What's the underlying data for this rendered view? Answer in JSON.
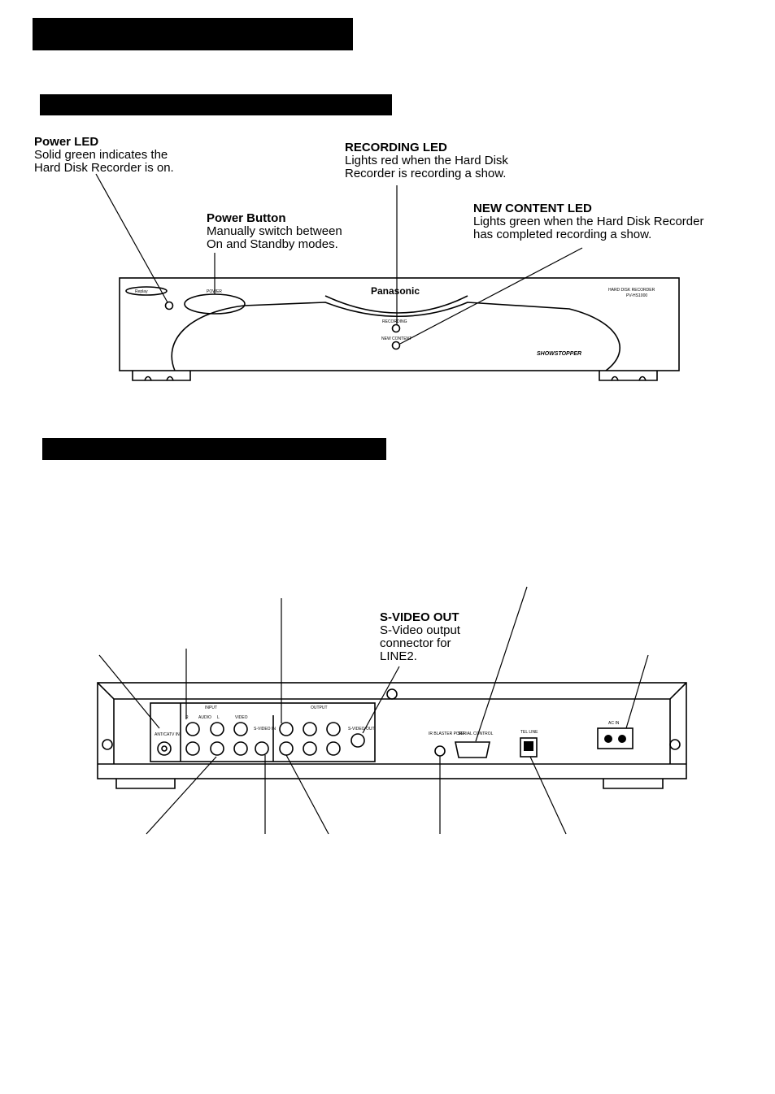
{
  "callouts": {
    "power_led": {
      "title": "Power LED",
      "desc": "Solid green indicates the\nHard Disk Recorder is on."
    },
    "recording_led": {
      "title": "RECORDING LED",
      "desc": "Lights red when the Hard Disk\nRecorder is recording a show."
    },
    "power_button": {
      "title": "Power Button",
      "desc": "Manually switch between\nOn and Standby modes."
    },
    "new_content_led": {
      "title": "NEW CONTENT LED",
      "desc": "Lights green when the Hard Disk Recorder\nhas completed recording a show."
    },
    "s_video_out": {
      "title": "S-VIDEO OUT",
      "desc": "S-Video output\nconnector for\nLINE2."
    }
  },
  "front_panel": {
    "logo": "Replay",
    "brand": "Panasonic",
    "model_line1": "HARD DISK RECORDER",
    "model_line2": "PV-HS1000",
    "power_label": "POWER",
    "recording_label": "RECORDING",
    "new_content_label": "NEW CONTENT",
    "showstopper": "SHOWSTOPPER"
  },
  "rear_panel": {
    "input_label": "INPUT",
    "output_label": "OUTPUT",
    "antenna_label": "ANT/CATV IN",
    "audio_r": "R",
    "audio_label": "AUDIO",
    "audio_l": "L",
    "video_label": "VIDEO",
    "svideo_in": "S-VIDEO IN",
    "svideo_out": "S-VIDEO OUT",
    "ir_blaster": "IR BLASTER PORT",
    "serial_control": "SERIAL CONTROL",
    "tel_line": "TEL LINE",
    "ac_in": "AC IN"
  }
}
